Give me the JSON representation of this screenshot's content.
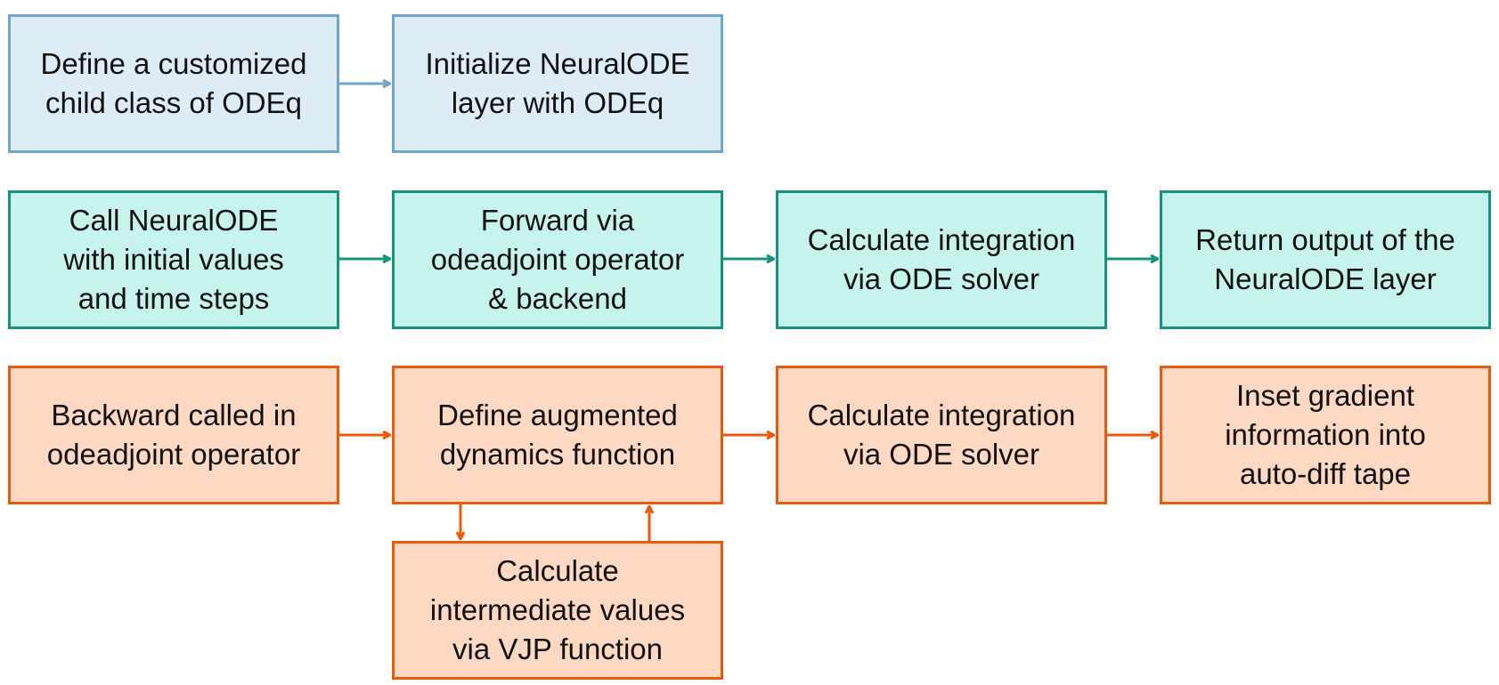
{
  "colors": {
    "setup_fill": "#deedf5",
    "setup_border": "#6fa6c9",
    "forward_fill": "#c6f3ec",
    "forward_border": "#17927f",
    "backward_fill": "#fdd9c3",
    "backward_border": "#ea5a0c"
  },
  "setup_row": {
    "define_child_class": "Define a customized\nchild class of ODEq",
    "initialize_layer": "Initialize NeuralODE\nlayer with ODEq"
  },
  "forward_row": {
    "call_neuralode": "Call NeuralODE\nwith initial values\nand time steps",
    "forward_operator": "Forward via\nodeadjoint operator\n& backend",
    "calculate_integration": "Calculate integration\nvia ODE solver",
    "return_output": "Return output of the\nNeuralODE layer"
  },
  "backward_row": {
    "backward_called": "Backward called in\nodeadjoint operator",
    "define_augmented": "Define augmented\ndynamics function",
    "calculate_integration": "Calculate integration\nvia ODE solver",
    "inset_gradient": "Inset gradient\ninformation into\nauto-diff tape"
  },
  "sub_step": {
    "calculate_vjp": "Calculate\nintermediate values\nvia VJP function"
  }
}
